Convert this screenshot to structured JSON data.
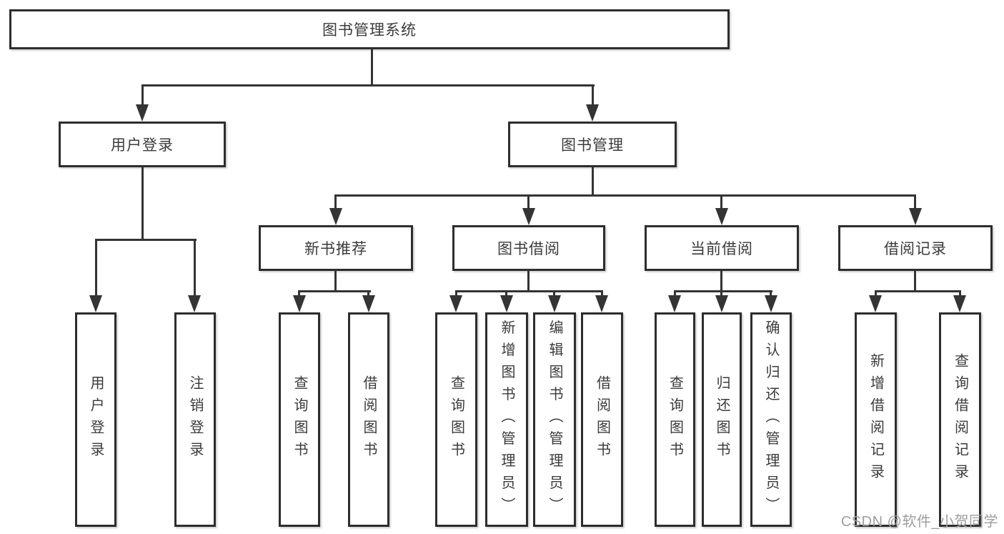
{
  "colors": {
    "line": "#343434",
    "border": "#2d2d2d",
    "text": "#3b3b3b",
    "watermark_gray": "#9e9e9e",
    "background": "#ffffff"
  },
  "diagram": {
    "title_node": {
      "label": "图书管理系统"
    },
    "level1": [
      {
        "label": "用户登录"
      },
      {
        "label": "图书管理"
      }
    ],
    "level2": [
      {
        "label": "新书推荐",
        "parent": "图书管理"
      },
      {
        "label": "图书借阅",
        "parent": "图书管理"
      },
      {
        "label": "当前借阅",
        "parent": "图书管理"
      },
      {
        "label": "借阅记录",
        "parent": "图书管理"
      }
    ],
    "leaves": [
      {
        "label": "用户登录",
        "parent": "用户登录"
      },
      {
        "label": "注销登录",
        "parent": "用户登录"
      },
      {
        "label": "查询图书",
        "parent": "新书推荐"
      },
      {
        "label": "借阅图书",
        "parent": "新书推荐"
      },
      {
        "label": "查询图书",
        "parent": "图书借阅"
      },
      {
        "label": "新增图书（管理员）",
        "parent": "图书借阅"
      },
      {
        "label": "编辑图书（管理员）",
        "parent": "图书借阅"
      },
      {
        "label": "借阅图书",
        "parent": "图书借阅"
      },
      {
        "label": "查询图书",
        "parent": "当前借阅"
      },
      {
        "label": "归还图书",
        "parent": "当前借阅"
      },
      {
        "label": "确认归还（管理员）",
        "parent": "当前借阅"
      },
      {
        "label": "新增借阅记录",
        "parent": "借阅记录"
      },
      {
        "label": "查询借阅记录",
        "parent": "借阅记录"
      }
    ],
    "watermark": "CSDN @软件_小贺同学"
  }
}
